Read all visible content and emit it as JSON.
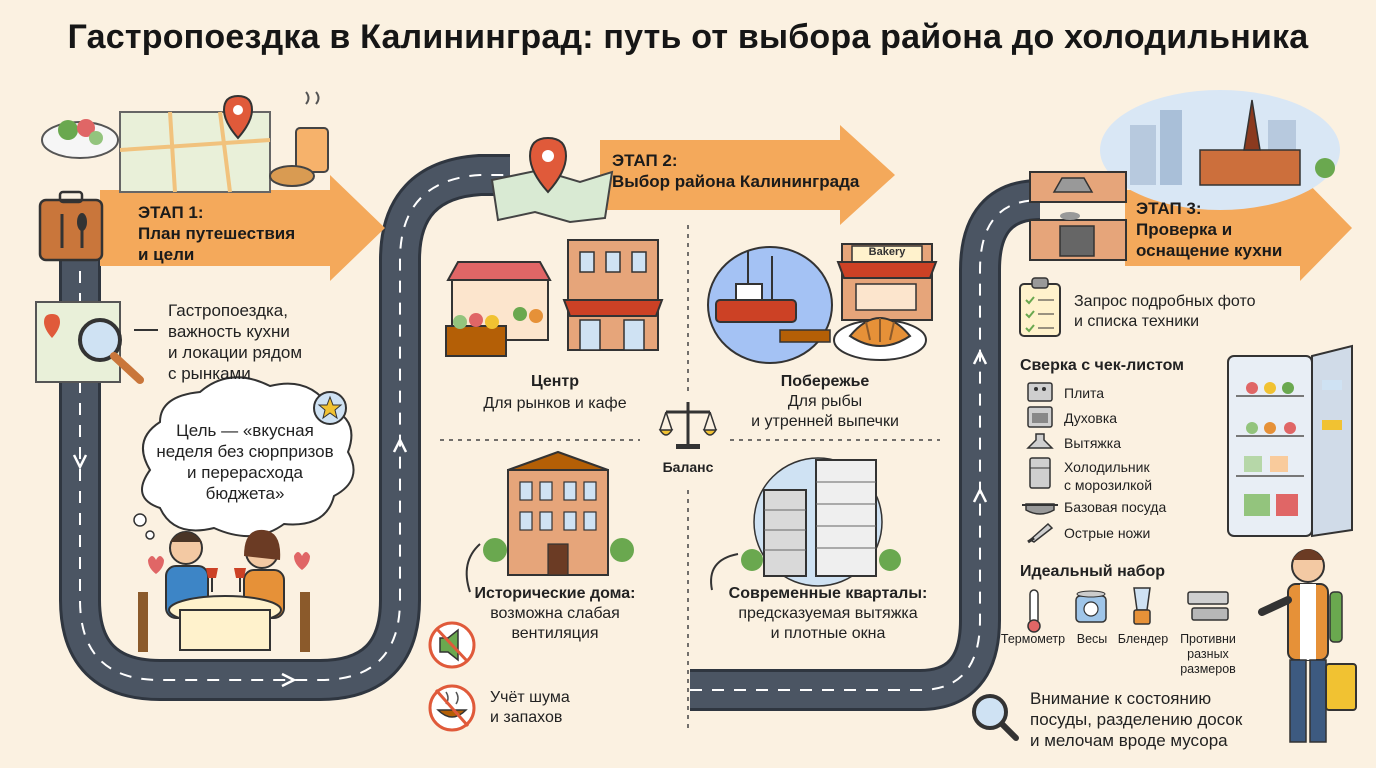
{
  "title": "Гастропоездка в Калининград: путь от выбора района до холодильника",
  "stage1": {
    "label": "ЭТАП 1:\nПлан путешествия\nи цели",
    "note": "Гастропоездка,\nважность кухни\nи локации рядом\nс рынками",
    "goal": "Цель — «вкусная\nнеделя без сюрпризов\nи перерасхода\nбюджета»"
  },
  "stage2": {
    "label": "ЭТАП 2:\nВыбор района Калининграда",
    "center_title": "Центр",
    "center_desc": "Для рынков и кафе",
    "coast_title": "Побережье",
    "coast_desc": "Для рыбы\nи утренней выпечки",
    "bakery_sign": "Bakery",
    "balance": "Баланс",
    "historic_title": "Исторические дома:",
    "historic_desc": "возможна слабая\nвентиляция",
    "modern_title": "Современные кварталы:",
    "modern_desc": "предсказуемая вытяжка\nи плотные окна",
    "noise_note": "Учёт шума\nи запахов"
  },
  "stage3": {
    "label": "ЭТАП 3:\nПроверка и\nоснащение кухни",
    "request": "Запрос подробных фото\nи списка техники",
    "checklist_title": "Сверка с чек-листом",
    "checklist": [
      "Плита",
      "Духовка",
      "Вытяжка",
      "Холодильник\nс морозилкой",
      "Базовая посуда",
      "Острые ножи"
    ],
    "ideal_title": "Идеальный набор",
    "ideal_items": [
      "Термометр",
      "Весы",
      "Блендер",
      "Противни\nразных\nразмеров"
    ],
    "attention": "Внимание к состоянию\nпосуды, разделению досок\nи мелочам вроде мусора"
  },
  "colors": {
    "background": "#fbf1e1",
    "arrow": "#f4a95b",
    "road": "#4b5563",
    "road_edge": "#2f3640",
    "accent_red": "#e05a3a"
  }
}
